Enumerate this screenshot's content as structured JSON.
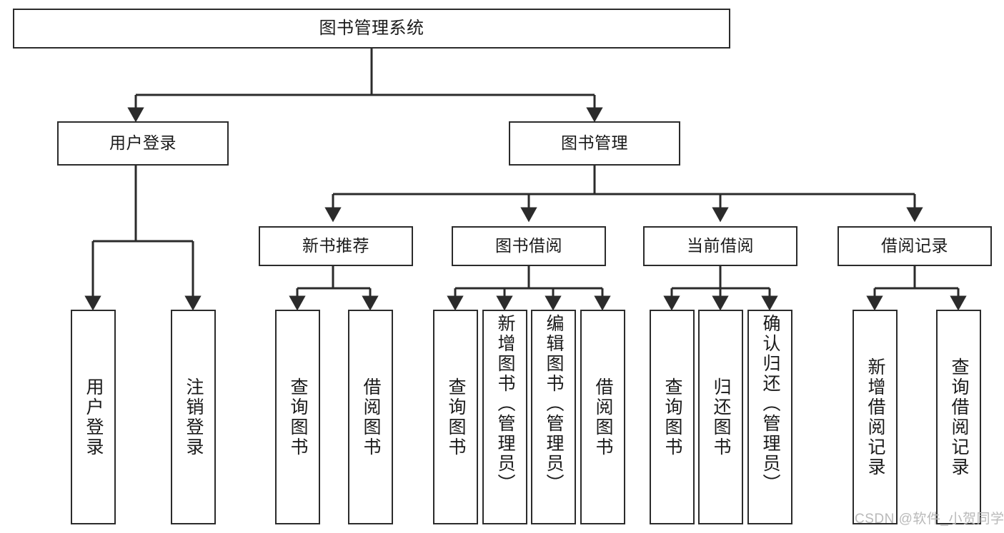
{
  "diagram": {
    "title": "图书管理系统",
    "style": {
      "stroke": "#2b2b2b",
      "fill": "#ffffff",
      "text": "#1a1a1a",
      "watermark_color": "#b9b9b9"
    },
    "root": {
      "label": "图书管理系统"
    },
    "level2": [
      {
        "id": "user-login",
        "label": "用户登录"
      },
      {
        "id": "book-manage",
        "label": "图书管理"
      }
    ],
    "level3": [
      {
        "id": "new-book-recommend",
        "label": "新书推荐"
      },
      {
        "id": "book-borrow",
        "label": "图书借阅"
      },
      {
        "id": "current-borrow",
        "label": "当前借阅"
      },
      {
        "id": "borrow-record",
        "label": "借阅记录"
      }
    ],
    "leaves": {
      "user_login": [
        {
          "id": "leaf-user-login",
          "label": "用户登录"
        },
        {
          "id": "leaf-logout-login",
          "label": "注销登录"
        }
      ],
      "new_book_recommend": [
        {
          "id": "leaf-query-book-1",
          "label": "查询图书"
        },
        {
          "id": "leaf-borrow-book-1",
          "label": "借阅图书"
        }
      ],
      "book_borrow": [
        {
          "id": "leaf-query-book-2",
          "label": "查询图书"
        },
        {
          "id": "leaf-add-book-admin",
          "label": "新增图书（管理员）"
        },
        {
          "id": "leaf-edit-book-admin",
          "label": "编辑图书（管理员）"
        },
        {
          "id": "leaf-borrow-book-2",
          "label": "借阅图书"
        }
      ],
      "current_borrow": [
        {
          "id": "leaf-query-book-3",
          "label": "查询图书"
        },
        {
          "id": "leaf-return-book",
          "label": "归还图书"
        },
        {
          "id": "leaf-confirm-return-admin",
          "label": "确认归还（管理员）"
        }
      ],
      "borrow_record": [
        {
          "id": "leaf-add-borrow-record",
          "label": "新增借阅记录"
        },
        {
          "id": "leaf-query-borrow-record",
          "label": "查询借阅记录"
        }
      ]
    },
    "watermark": "CSDN @软件_小贺同学"
  }
}
